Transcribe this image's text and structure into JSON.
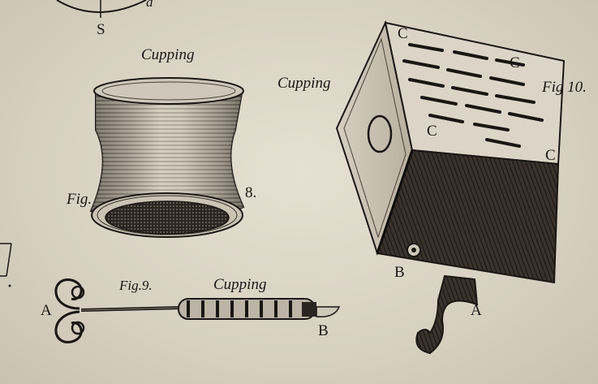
{
  "plate": {
    "paper_color": "#ddd6c8",
    "ink_color": "#1a1612",
    "compass": {
      "letter_bottom": "S",
      "letter_right": "d"
    },
    "fig8": {
      "caption": "Cupping",
      "fig_label": "Fig.",
      "fig_number": "8."
    },
    "fig9": {
      "fig_label": "Fig.9.",
      "caption": "Cupping",
      "letter_a": "A",
      "letter_b": "B"
    },
    "fig10": {
      "caption": "Cupping",
      "fig_label": "Fig 10.",
      "corner_c1": "C",
      "corner_c2": "C",
      "corner_c3": "C",
      "corner_c4": "C",
      "letter_b": "B",
      "letter_a": "A"
    }
  }
}
